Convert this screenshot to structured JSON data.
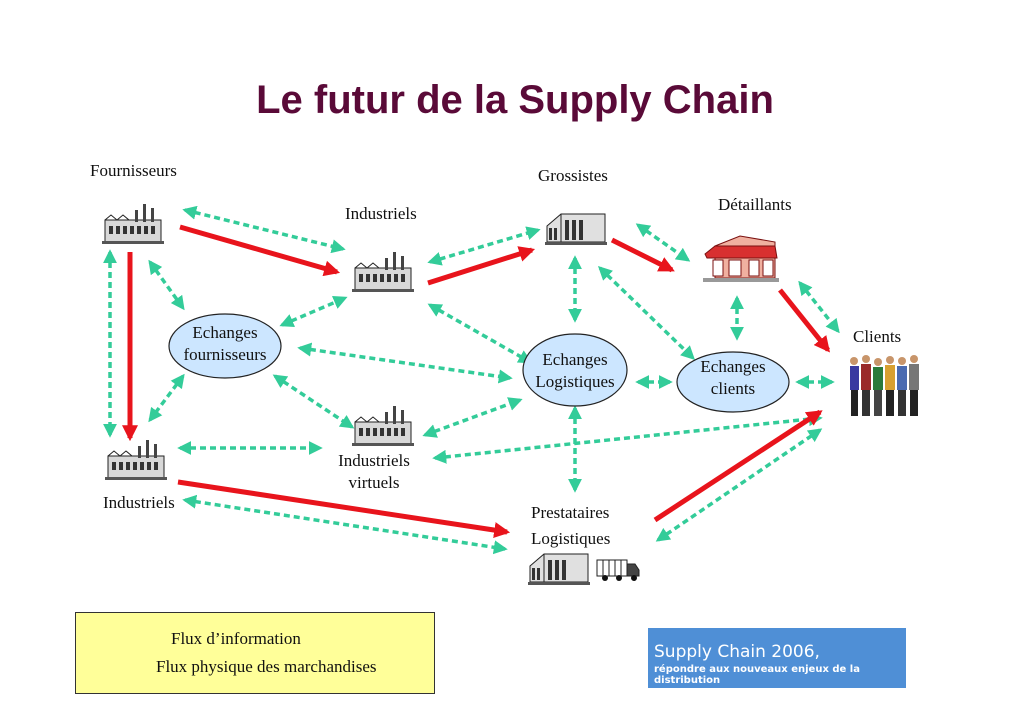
{
  "title": "Le futur de la Supply Chain",
  "labels": {
    "fournisseurs": "Fournisseurs",
    "grossistes": "Grossistes",
    "detaillants": "Détaillants",
    "industriels_top": "Industriels",
    "clients": "Clients",
    "echanges_fournisseurs_1": "Echanges",
    "echanges_fournisseurs_2": "fournisseurs",
    "echanges_logistiques_1": "Echanges",
    "echanges_logistiques_2": "Logistiques",
    "echanges_clients_1": "Echanges",
    "echanges_clients_2": "clients",
    "industriels_virtuels_1": "Industriels",
    "industriels_virtuels_2": "virtuels",
    "industriels_bottom": "Industriels",
    "prestataires_1": "Prestataires",
    "prestataires_2": "Logistiques"
  },
  "legend": {
    "info": "Flux d’information",
    "physique": "Flux physique des marchandises"
  },
  "brand": {
    "line1": "Supply Chain 2006,",
    "line2": "répondre aux nouveaux enjeux de la distribution"
  },
  "colors": {
    "title": "#5a0a38",
    "info_flow": "#33cc99",
    "physical_flow": "#e8141c",
    "exchange_fill": "#cce6ff",
    "legend_bg": "#ffff99",
    "brand_bg": "#4f8fd6"
  },
  "icons": {
    "factory": "factory-icon",
    "warehouse": "warehouse-icon",
    "store": "store-icon",
    "people": "people-icon",
    "truck": "truck-icon"
  }
}
